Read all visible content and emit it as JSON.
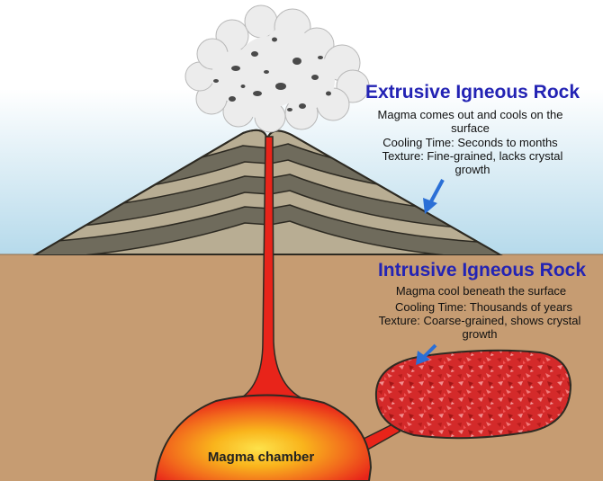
{
  "extrusive": {
    "title": "Extrusive Igneous Rock",
    "line1": "Magma comes out and cools on the surface",
    "cooling": "Cooling Time: Seconds to months",
    "texture": "Texture: Fine-grained, lacks crystal growth"
  },
  "intrusive": {
    "title": "Intrusive Igneous Rock",
    "line1": "Magma cool beneath the surface",
    "cooling": "Cooling Time: Thousands of years",
    "texture": "Texture: Coarse-grained, shows crystal growth"
  },
  "chamber_label": "Magma chamber",
  "colors": {
    "sky_top": "#ffffff",
    "sky_bottom": "#b9dcec",
    "ground": "#c69c72",
    "volcano_light": "#b8ad93",
    "volcano_dark": "#6f6b5c",
    "magma_red": "#e8241a",
    "magma_core": "#f7b51c",
    "title_blue": "#2323b4",
    "arrow_blue": "#2a6fd6"
  }
}
